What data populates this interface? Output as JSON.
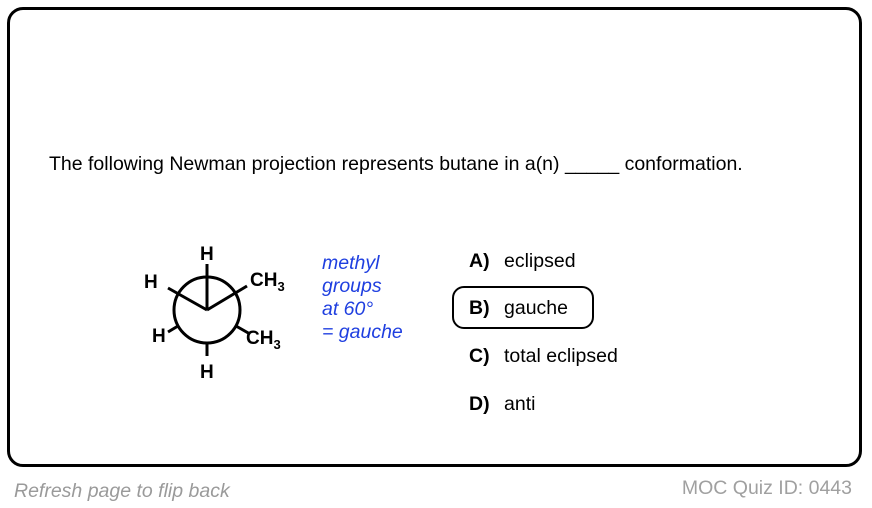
{
  "question": {
    "text": "The following Newman projection represents butane in a(n) _____ conformation."
  },
  "newman": {
    "front_top": "H",
    "front_left": "H",
    "front_right_main": "CH",
    "front_right_sub": "3",
    "back_left": "H",
    "back_bottom": "H",
    "back_right_main": "CH",
    "back_right_sub": "3"
  },
  "annotation": {
    "lines": [
      "methyl",
      "groups",
      "at 60°",
      "= gauche"
    ],
    "color": "#1f3fe0"
  },
  "options": [
    {
      "letter": "A)",
      "text": "eclipsed"
    },
    {
      "letter": "B)",
      "text": "gauche"
    },
    {
      "letter": "C)",
      "text": "total eclipsed"
    },
    {
      "letter": "D)",
      "text": "anti"
    }
  ],
  "footer": {
    "flip_hint": "Refresh page to flip back",
    "quiz_id": "MOC Quiz ID: 0443"
  }
}
